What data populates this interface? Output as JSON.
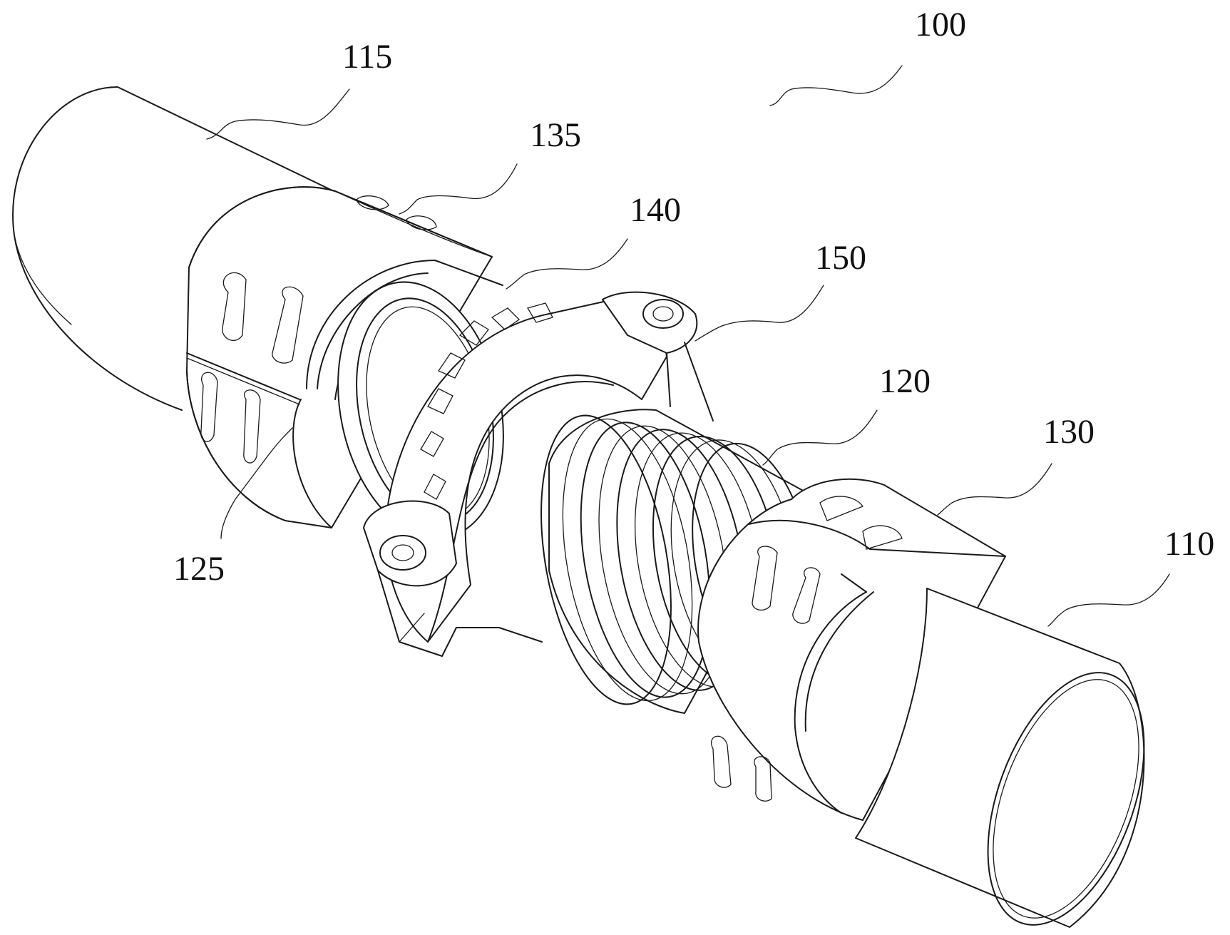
{
  "labels": {
    "l100": "100",
    "l115": "115",
    "l135": "135",
    "l140": "140",
    "l150": "150",
    "l120": "120",
    "l130": "130",
    "l110": "110",
    "l125": "125"
  }
}
